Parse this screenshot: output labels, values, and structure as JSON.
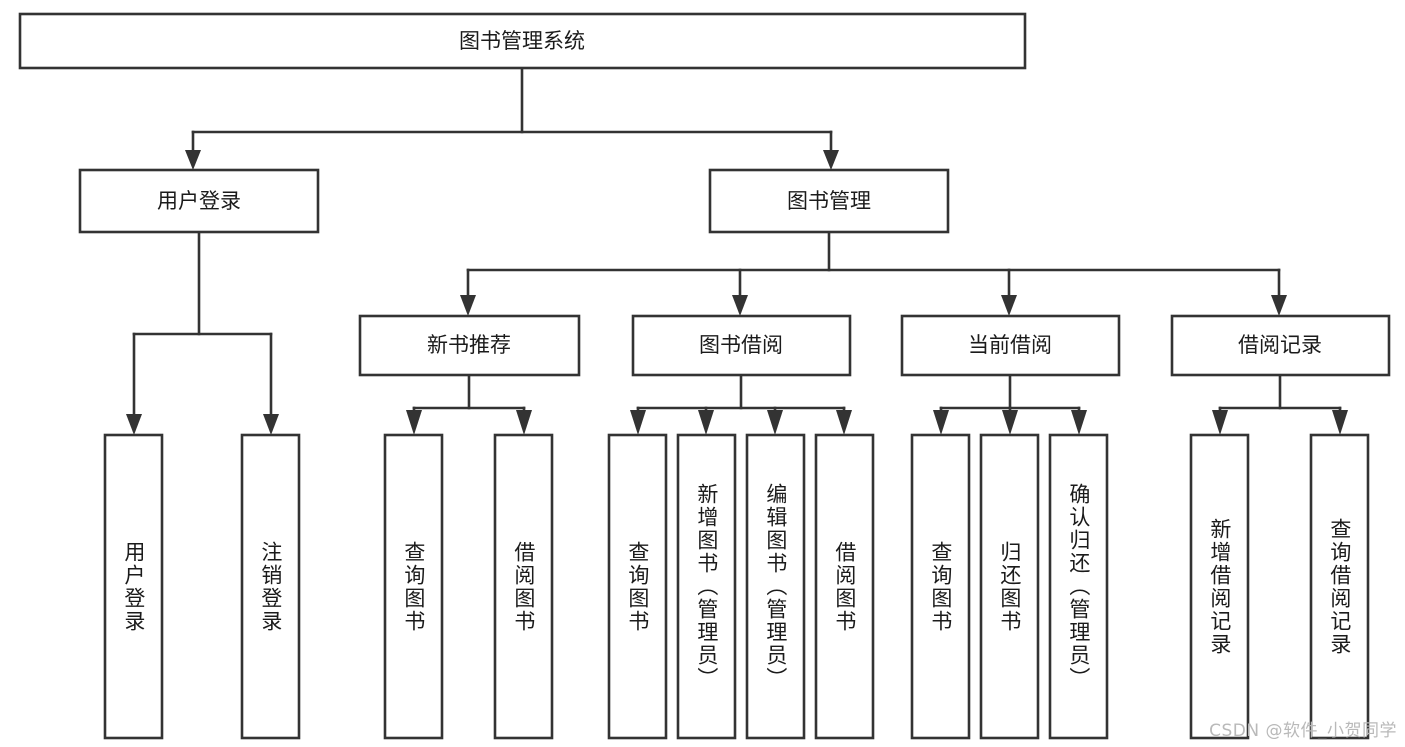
{
  "diagram": {
    "title": "图书管理系统",
    "type": "tree",
    "orientation": "top-down",
    "root": {
      "label": "图书管理系统"
    },
    "level2": [
      {
        "label": "用户登录"
      },
      {
        "label": "图书管理"
      }
    ],
    "level3": [
      {
        "label": "新书推荐"
      },
      {
        "label": "图书借阅"
      },
      {
        "label": "当前借阅"
      },
      {
        "label": "借阅记录"
      }
    ],
    "leaves": {
      "user_login": [
        {
          "label": "用户登录"
        },
        {
          "label": "注销登录"
        }
      ],
      "new_book_recommend": [
        {
          "label": "查询图书"
        },
        {
          "label": "借阅图书"
        }
      ],
      "book_borrow": [
        {
          "label": "查询图书"
        },
        {
          "label": "新增图书（管理员）"
        },
        {
          "label": "编辑图书（管理员）"
        },
        {
          "label": "借阅图书"
        }
      ],
      "current_borrow": [
        {
          "label": "查询图书"
        },
        {
          "label": "归还图书"
        },
        {
          "label": "确认归还（管理员）"
        }
      ],
      "borrow_record": [
        {
          "label": "新增借阅记录"
        },
        {
          "label": "查询借阅记录"
        }
      ]
    }
  },
  "watermark": {
    "text": "CSDN @软件_小贺同学"
  },
  "colors": {
    "stroke": "#333333",
    "box_fill": "#ffffff",
    "text": "#1b1b1b",
    "watermark": "#b9b9b9",
    "background": "#ffffff"
  }
}
